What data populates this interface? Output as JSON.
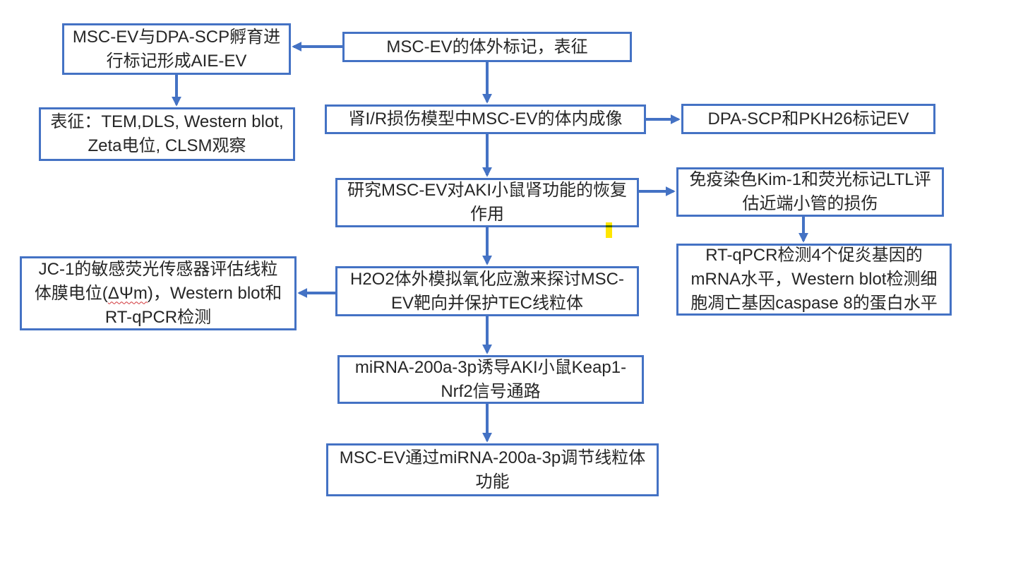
{
  "colors": {
    "accent": "#4472C4",
    "text": "#262626",
    "highlight": "#FFE600",
    "underline": "#D13438"
  },
  "boxes": {
    "aie": {
      "lines": [
        "MSC-EV与DPA-SCP孵育进",
        "行标记形成AIE-EV"
      ]
    },
    "labeling": {
      "lines": [
        "MSC-EV的体外标记，表征"
      ]
    },
    "characterization": {
      "lines": [
        "表征：TEM,DLS, Western blot,",
        "Zeta电位, CLSM观察"
      ]
    },
    "imaging": {
      "lines": [
        "肾I/R损伤模型中MSC-EV的体内成像"
      ]
    },
    "pkh26": {
      "lines": [
        "DPA-SCP和PKH26标记EV"
      ]
    },
    "aki": {
      "lines": [
        "研究MSC-EV对AKI小鼠肾功能的恢复",
        "作用"
      ]
    },
    "kim1": {
      "lines": [
        "免疫染色Kim-1和荧光标记LTL评",
        "估近端小管的损伤"
      ]
    },
    "rtqpcr": {
      "lines": [
        "RT-qPCR检测4个促炎基因的",
        "mRNA水平，Western blot检测细",
        "胞凋亡基因caspase 8的蛋白水平"
      ]
    },
    "jc1": {
      "line1": "JC-1的敏感荧光传感器评估线粒",
      "line2_pre": "体膜电位(",
      "line2_term": "ΔΨm",
      "line2_post": ")，Western blot和",
      "line3": "RT-qPCR检测"
    },
    "h2o2": {
      "lines": [
        "H2O2体外模拟氧化应激来探讨MSC-",
        "EV靶向并保护TEC线粒体"
      ]
    },
    "mirna": {
      "lines": [
        "miRNA-200a-3p诱导AKI小鼠Keap1-",
        "Nrf2信号通路"
      ]
    },
    "function": {
      "lines": [
        "MSC-EV通过miRNA-200a-3p调节线粒体",
        "功能"
      ]
    }
  }
}
